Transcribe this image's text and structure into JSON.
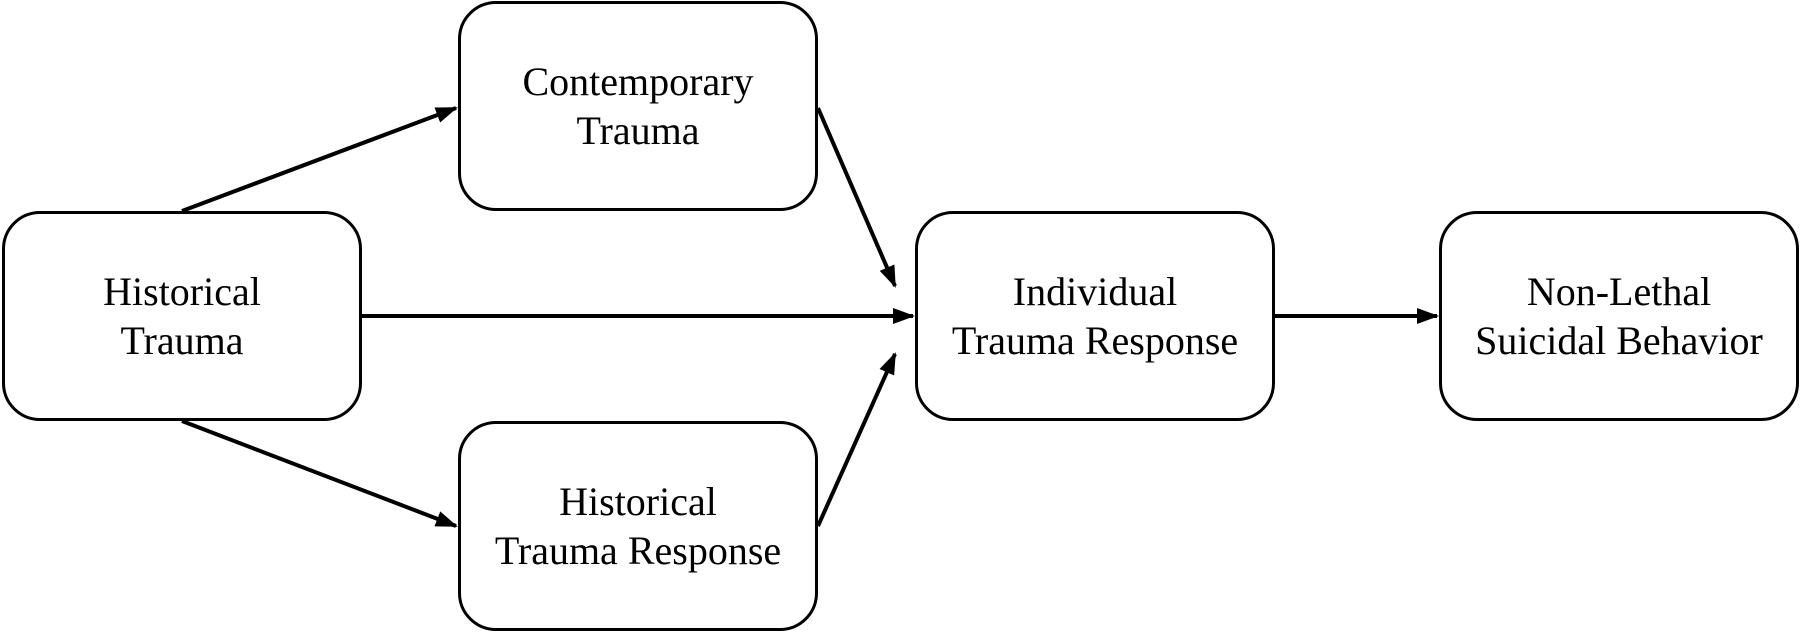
{
  "diagram": {
    "nodes": {
      "historical_trauma": {
        "line1": "Historical",
        "line2": "Trauma"
      },
      "contemporary_trauma": {
        "line1": "Contemporary",
        "line2": "Trauma"
      },
      "historical_trauma_response": {
        "line1": "Historical",
        "line2": "Trauma Response"
      },
      "individual_trauma_response": {
        "line1": "Individual",
        "line2": "Trauma Response"
      },
      "non_lethal_suicidal_behavior": {
        "line1": "Non-Lethal",
        "line2": "Suicidal Behavior"
      }
    },
    "edges": [
      {
        "from": "historical_trauma",
        "to": "contemporary_trauma"
      },
      {
        "from": "historical_trauma",
        "to": "individual_trauma_response"
      },
      {
        "from": "historical_trauma",
        "to": "historical_trauma_response"
      },
      {
        "from": "contemporary_trauma",
        "to": "individual_trauma_response"
      },
      {
        "from": "historical_trauma_response",
        "to": "individual_trauma_response"
      },
      {
        "from": "individual_trauma_response",
        "to": "non_lethal_suicidal_behavior"
      }
    ],
    "colors": {
      "stroke": "#000000",
      "background": "#ffffff"
    }
  }
}
